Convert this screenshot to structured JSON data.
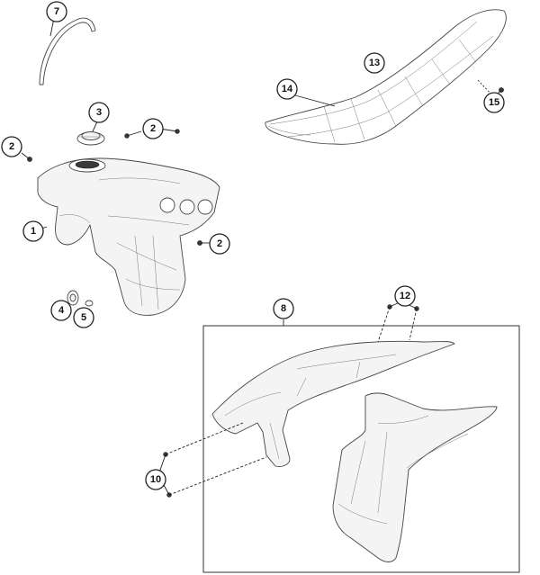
{
  "callouts": [
    {
      "id": "c1",
      "label": "1"
    },
    {
      "id": "c2a",
      "label": "2"
    },
    {
      "id": "c2b",
      "label": "2"
    },
    {
      "id": "c2c",
      "label": "2"
    },
    {
      "id": "c3",
      "label": "3"
    },
    {
      "id": "c4",
      "label": "4"
    },
    {
      "id": "c5",
      "label": "5"
    },
    {
      "id": "c7",
      "label": "7"
    },
    {
      "id": "c8",
      "label": "8"
    },
    {
      "id": "c10",
      "label": "10"
    },
    {
      "id": "c12",
      "label": "12"
    },
    {
      "id": "c13",
      "label": "13"
    },
    {
      "id": "c14",
      "label": "14"
    },
    {
      "id": "c15",
      "label": "15"
    }
  ]
}
